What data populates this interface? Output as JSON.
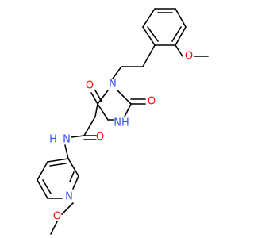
{
  "molecule": {
    "colors": {
      "bond": "#000000",
      "oxygen": "#ff0d0d",
      "nitrogen": "#3050f8"
    },
    "atom_labels": {
      "ether_o_top": "O",
      "imide_n": "N",
      "carbonyl_o_ring_upper": "O",
      "carbonyl_o_ring_right": "O",
      "ring_nh": "NH",
      "amide_o": "O",
      "amide_nh": "N",
      "amide_h": "H",
      "pyridine_n": "N",
      "ether_o_bottom": "O"
    }
  }
}
